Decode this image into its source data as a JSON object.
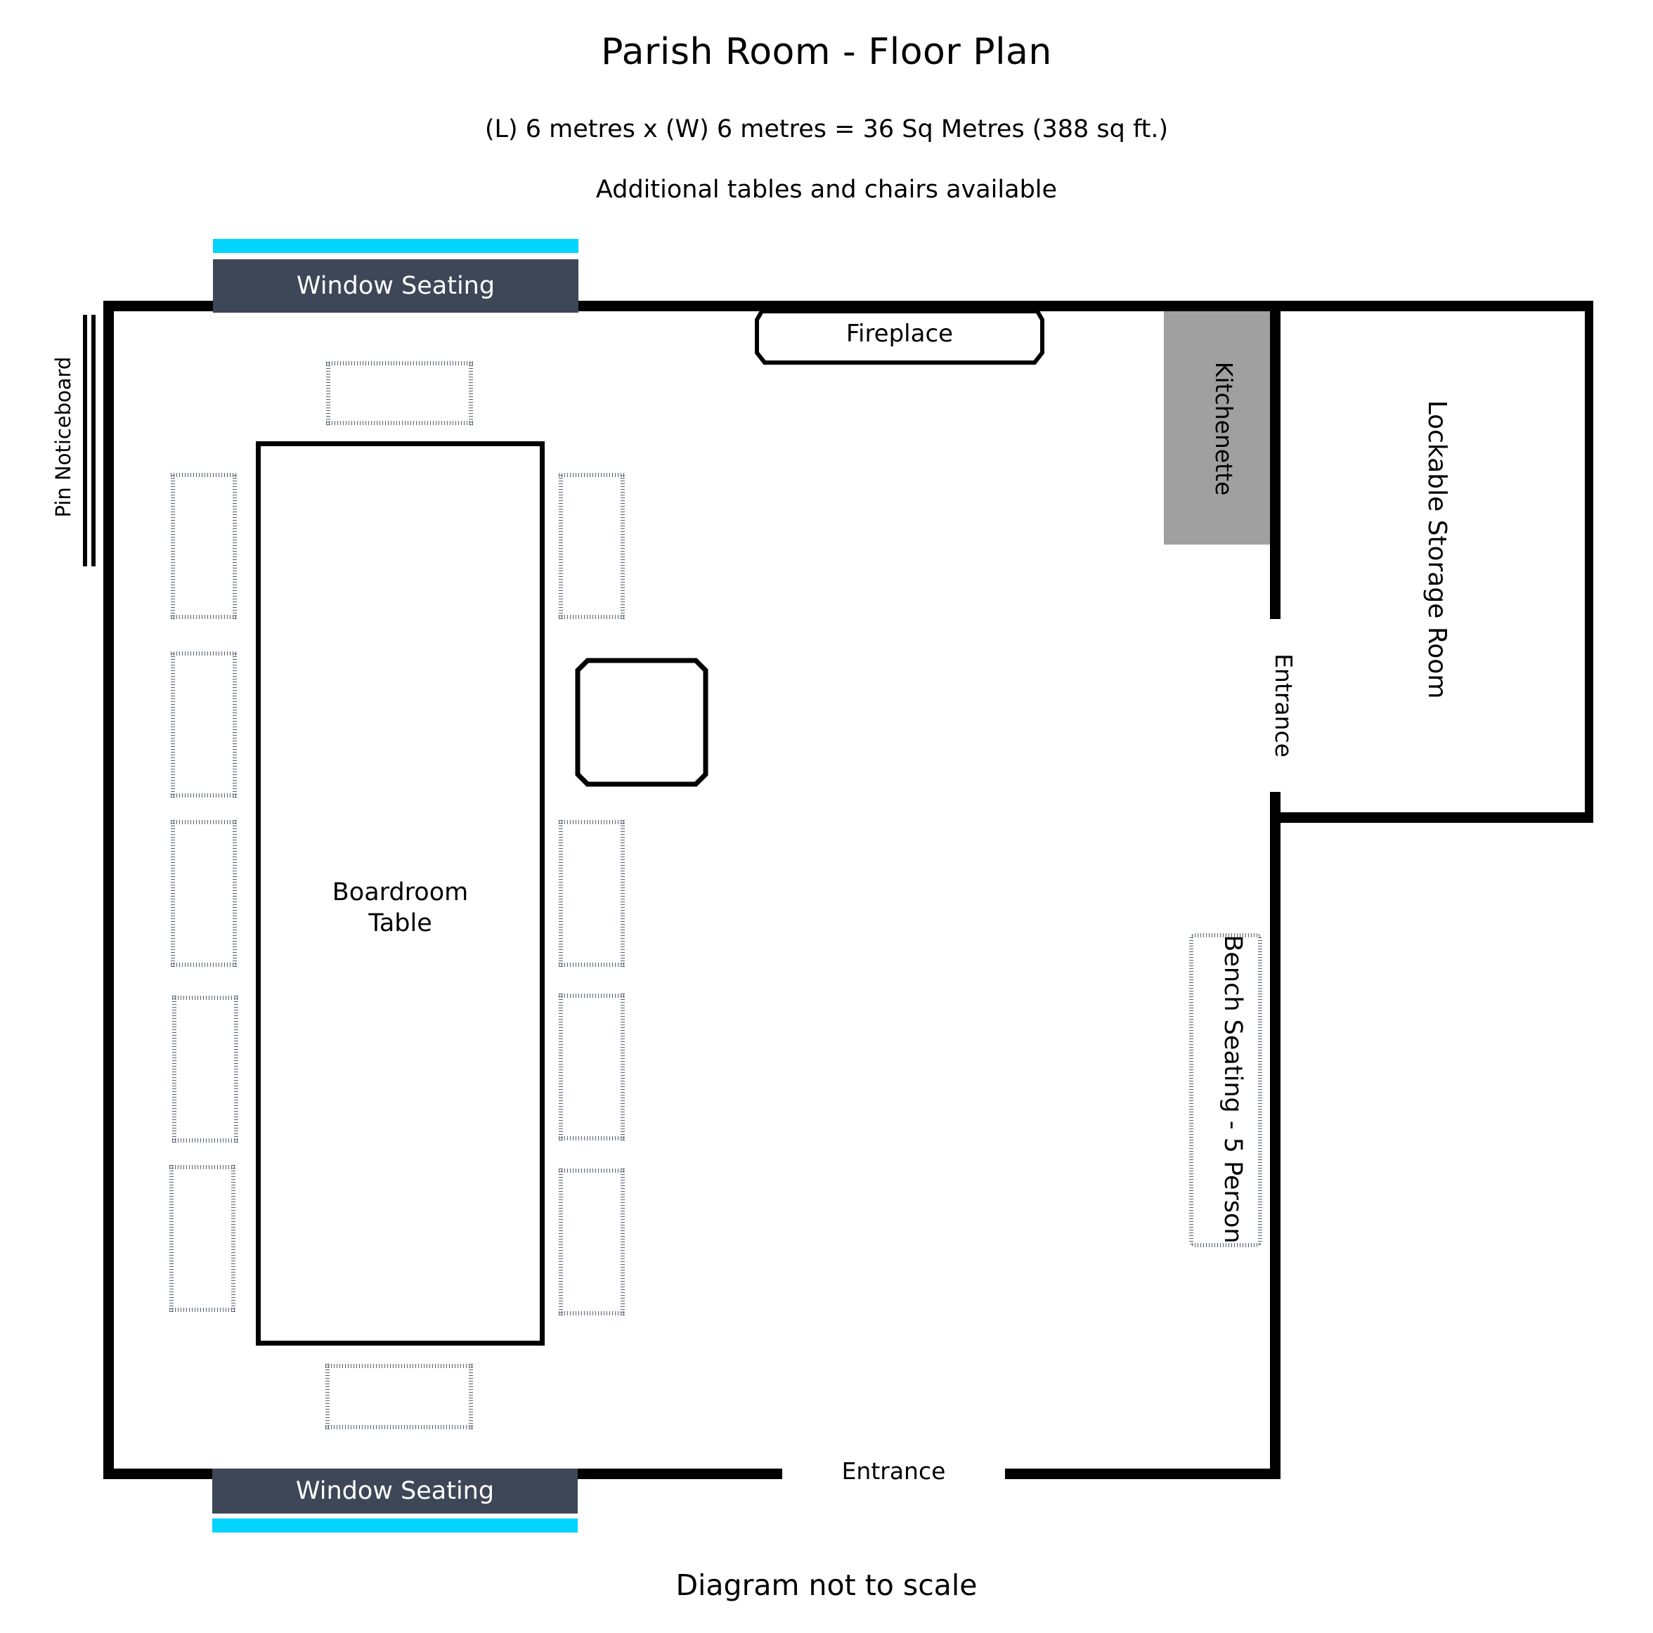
{
  "header": {
    "title": "Parish Room - Floor Plan",
    "dimensions": "(L) 6 metres x (W) 6 metres =  36 Sq Metres (388 sq ft.)",
    "note": "Additional tables and chairs available"
  },
  "footer": {
    "note": "Diagram not to scale"
  },
  "colors": {
    "wall": "#000000",
    "window_glass": "#00d4ff",
    "window_seating": "#3e4758",
    "kitchenette": "#a0a0a0",
    "chair_outline": "#3a4458"
  },
  "plan": {
    "window_seating_top": {
      "label": "Window Seating"
    },
    "window_seating_bottom": {
      "label": "Window Seating"
    },
    "noticeboard": {
      "label": "Pin Noticeboard"
    },
    "fireplace": {
      "label": "Fireplace"
    },
    "kitchenette": {
      "label": "Kitchenette"
    },
    "storage_room": {
      "label": "Lockable Storage Room"
    },
    "storage_entrance": {
      "label": "Entrance"
    },
    "main_entrance": {
      "label": "Entrance"
    },
    "boardroom_table": {
      "label_line1": "Boardroom",
      "label_line2": "Table",
      "seats": 12
    },
    "side_table": {
      "label": ""
    },
    "bench": {
      "label": "Bench Seating - 5 Person",
      "capacity": 5
    }
  }
}
